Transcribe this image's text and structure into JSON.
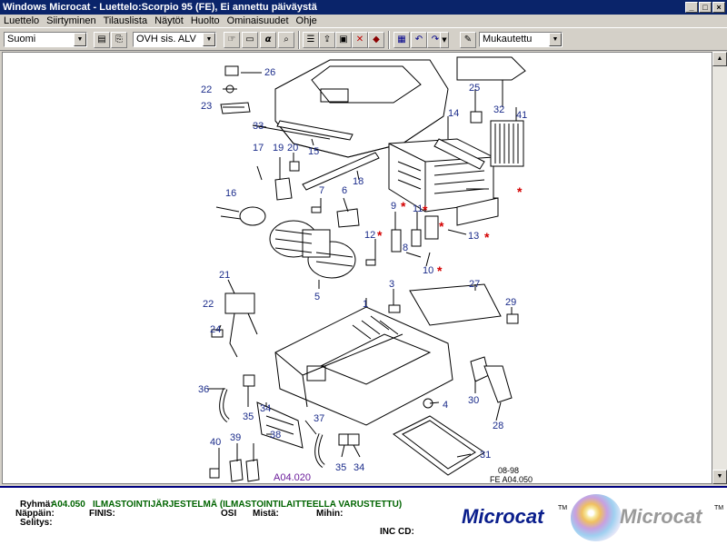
{
  "window": {
    "title": "Windows Microcat - Luettelo:Scorpio 95 (FE), Ei annettu päiväystä",
    "minimize": "_",
    "restore": "□",
    "close": "×"
  },
  "menu": [
    "Luettelo",
    "Siirtyminen",
    "Tilauslista",
    "Näytöt",
    "Huolto",
    "Ominaisuudet",
    "Ohje"
  ],
  "toolbar": {
    "language": "Suomi",
    "price_mode": "OVH sis. ALV",
    "view_mode": "Mukautettu",
    "icons": [
      "print-icon",
      "preview-icon",
      "hand-pointer-icon",
      "alpha-search-icon",
      "magnify-icon",
      "document-icon",
      "document-up-icon",
      "monitor-icon",
      "delete-icon",
      "book-icon",
      "grid-icon",
      "undo-icon",
      "redo-icon",
      "comment-icon"
    ],
    "alpha_glyph": "α"
  },
  "diagram": {
    "date_code": "08-98",
    "fig_code": "FE A04.050",
    "group_code": "A04.020",
    "callouts": [
      "26",
      "22",
      "23",
      "33",
      "15",
      "17",
      "19",
      "20",
      "16",
      "18",
      "7",
      "6",
      "9",
      "11",
      "12",
      "8",
      "10",
      "13",
      "14",
      "25",
      "32",
      "41",
      "21",
      "5",
      "22",
      "3",
      "1",
      "27",
      "29",
      "24",
      "4",
      "36",
      "35",
      "34",
      "38",
      "39",
      "40",
      "37",
      "35",
      "34",
      "30",
      "28",
      "31"
    ],
    "star": "*"
  },
  "info": {
    "group_label": "Ryhmä:",
    "group_code": "A04.050",
    "group_title": "ILMASTOINTIJÄRJESTELMÄ (ILMASTOINTILAITTEELLA VARUSTETTU)",
    "keys_label": "Näppäin:",
    "finis_label": "FINIS:",
    "osi_label": "OSI",
    "mista_label": "Mistä:",
    "mihin_label": "Mihin:",
    "selitys_label": "Selitys:",
    "inc_cd_label": "INC CD:",
    "logo_primary": "Microcat",
    "logo_secondary": "Microcat",
    "tm": "TM"
  },
  "colors": {
    "title_bar": "#0a246a",
    "callout_number": "#1a2b8a",
    "star": "#d40000",
    "info_value": "#006400"
  }
}
